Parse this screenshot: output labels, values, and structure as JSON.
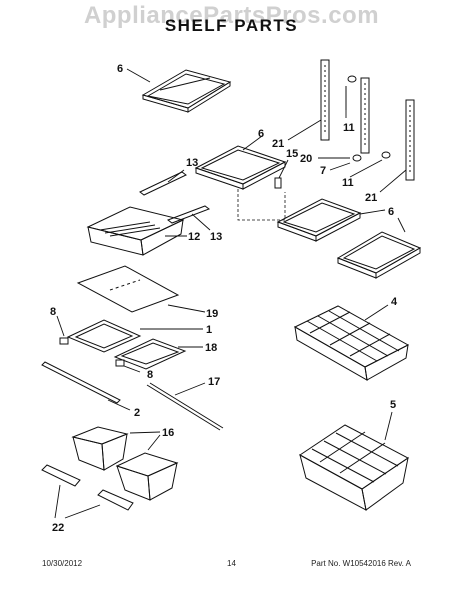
{
  "watermark": "AppliancePartsPros.com",
  "title": "SHELF PARTS",
  "footer": {
    "date": "10/30/2012",
    "page": "14",
    "part": "Part No. W10542016  Rev. A"
  },
  "callouts": {
    "c6a": "6",
    "c6b": "6",
    "c6c": "6",
    "c11a": "11",
    "c11b": "11",
    "c21a": "21",
    "c21b": "21",
    "c15": "15",
    "c20": "20",
    "c7": "7",
    "c13a": "13",
    "c13b": "13",
    "c12": "12",
    "c19": "19",
    "c1": "1",
    "c18": "18",
    "c8a": "8",
    "c8b": "8",
    "c17": "17",
    "c2": "2",
    "c4": "4",
    "c5": "5",
    "c16": "16",
    "c22": "22"
  }
}
